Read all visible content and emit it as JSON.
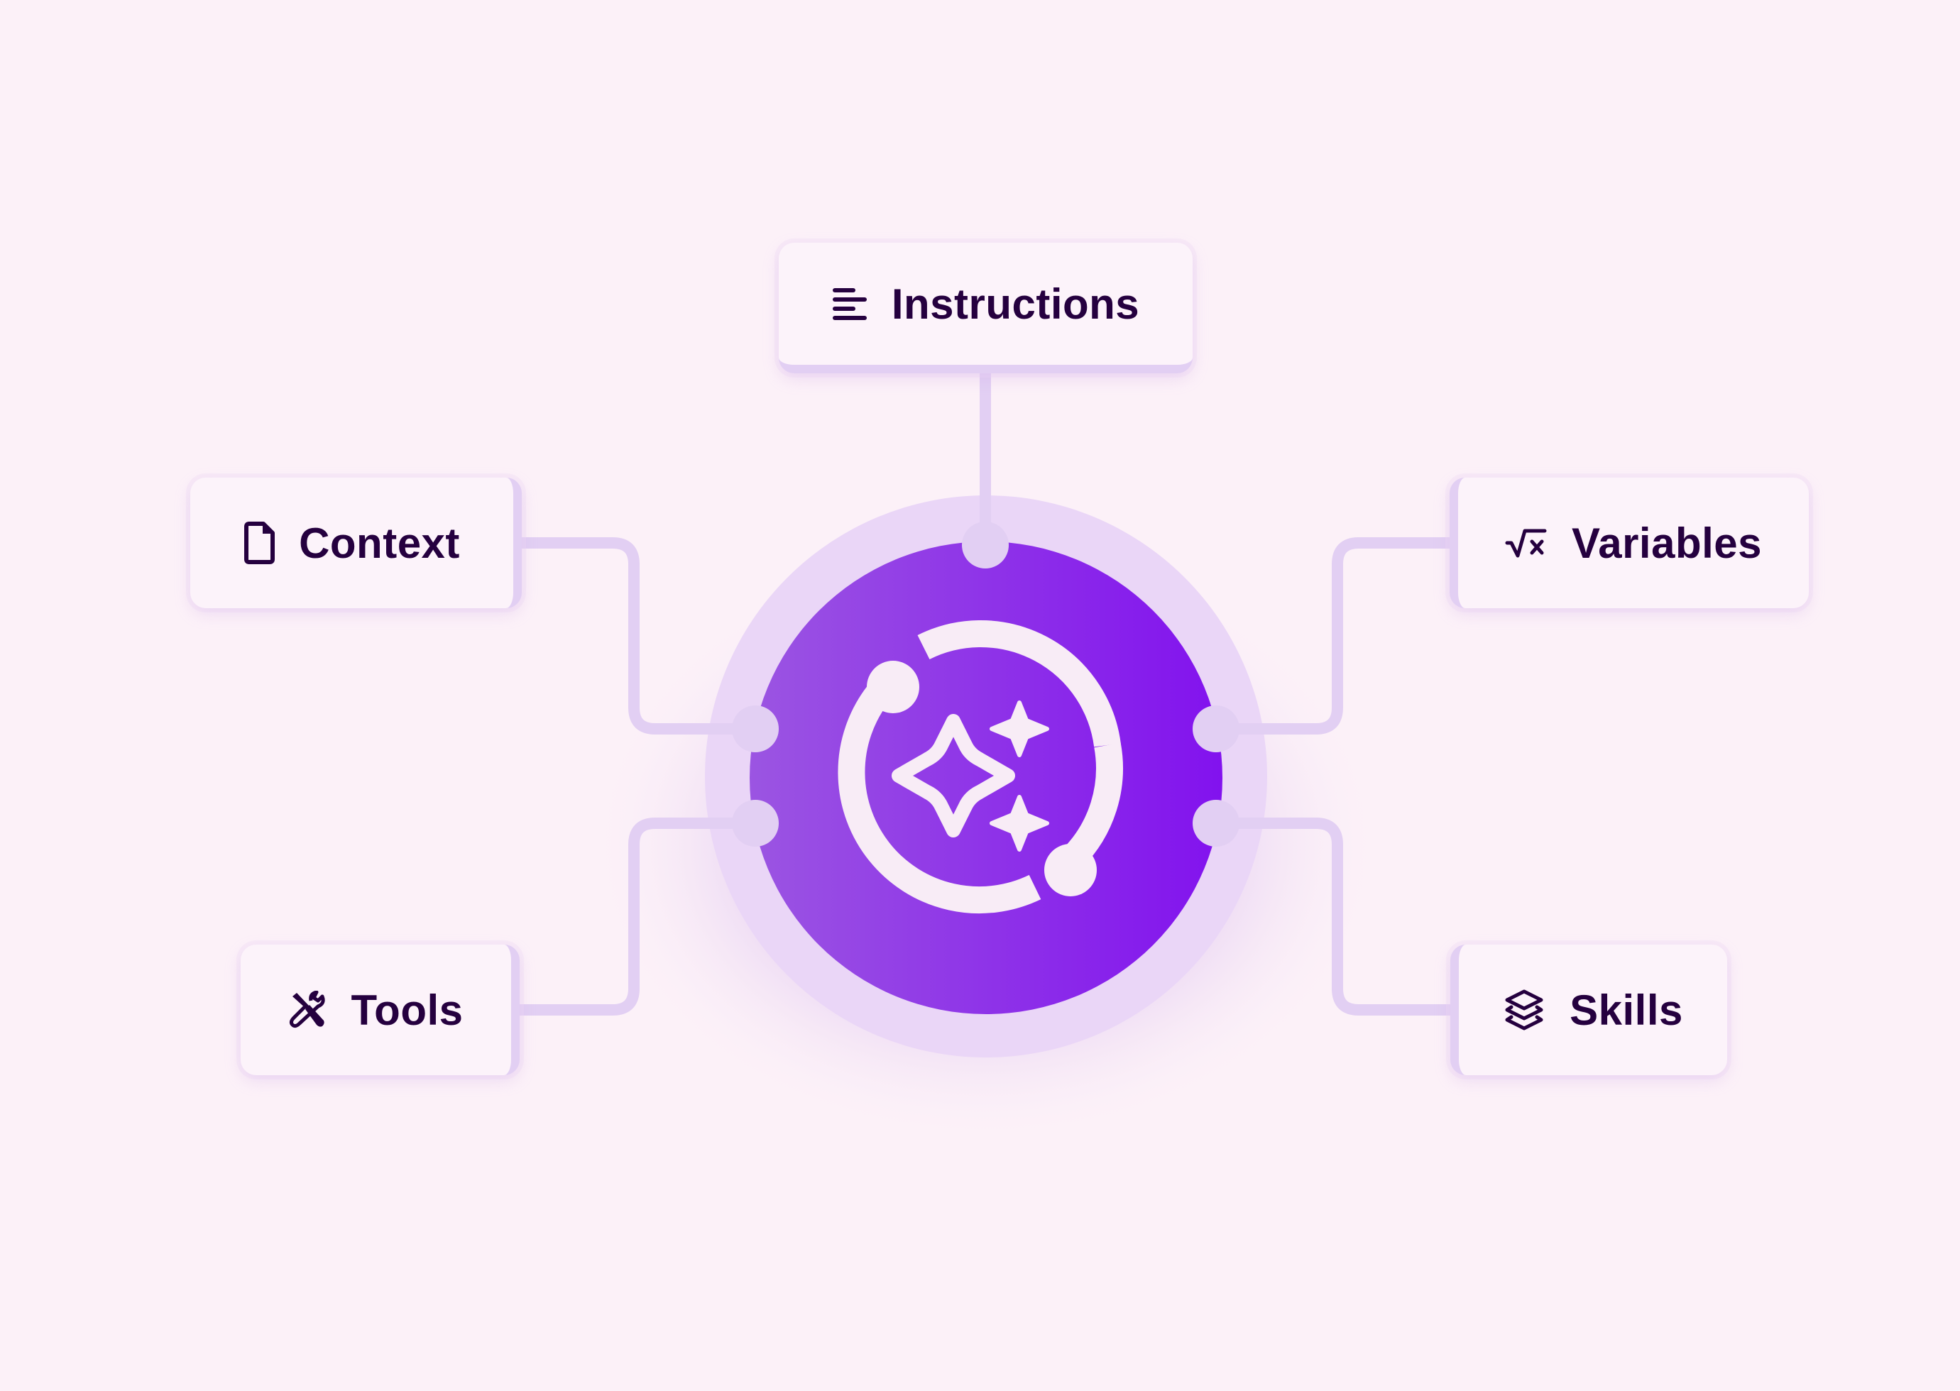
{
  "diagram": {
    "title": "",
    "center": {
      "icon": "orbit-sparkles-icon",
      "gradient_start": "#9b55e2",
      "gradient_end": "#8212ee",
      "halo_color": "#ead6f7"
    },
    "nodes": [
      {
        "id": "instructions",
        "label": "Instructions",
        "icon": "text-align-left-icon",
        "position": "top"
      },
      {
        "id": "context",
        "label": "Context",
        "icon": "document-icon",
        "position": "upper-left"
      },
      {
        "id": "variables",
        "label": "Variables",
        "icon": "square-root-x-icon",
        "position": "upper-right"
      },
      {
        "id": "tools",
        "label": "Tools",
        "icon": "wrench-screwdriver-icon",
        "position": "lower-left"
      },
      {
        "id": "skills",
        "label": "Skills",
        "icon": "layers-stack-icon",
        "position": "lower-right"
      }
    ],
    "edges": [
      {
        "from": "instructions",
        "to": "center"
      },
      {
        "from": "context",
        "to": "center"
      },
      {
        "from": "variables",
        "to": "center"
      },
      {
        "from": "tools",
        "to": "center"
      },
      {
        "from": "skills",
        "to": "center"
      }
    ],
    "colors": {
      "background": "#fcf1f8",
      "card": "#fcf3fa",
      "text": "#25003f",
      "connector": "#e2cff3",
      "icon_light": "#f8ecf6"
    }
  }
}
